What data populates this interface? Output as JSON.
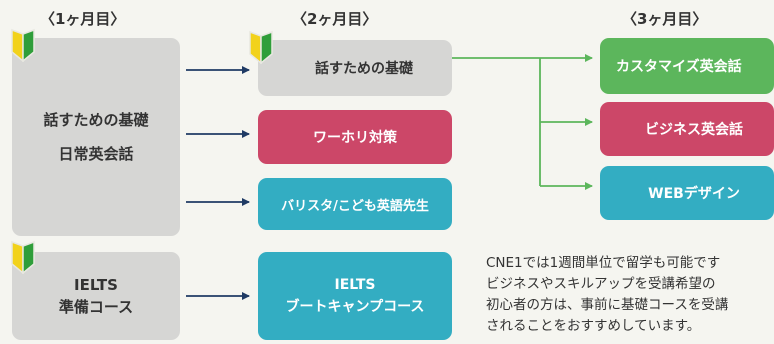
{
  "headers": {
    "month1": "〈1ヶ月目〉",
    "month2": "〈2ヶ月目〉",
    "month3": "〈3ヶ月目〉"
  },
  "month1": {
    "general_line1": "話すための基礎",
    "general_line2": "日常英会話",
    "ielts_line1": "IELTS",
    "ielts_line2": "準備コース"
  },
  "month2": {
    "basics": "話すための基礎",
    "working_holiday": "ワーホリ対策",
    "barista_teacher": "バリスタ/こども英語先生",
    "ielts_line1": "IELTS",
    "ielts_line2": "ブートキャンプコース"
  },
  "month3": {
    "custom": "カスタマイズ英会話",
    "business": "ビジネス英会話",
    "web": "WEBデザイン"
  },
  "description": {
    "line1": "CNE1では1週間単位で留学も可能です",
    "line2": "ビジネスやスキルアップを受講希望の",
    "line3": "初心者の方は、事前に基礎コースを受講",
    "line4": "されることをおすすめしています。"
  },
  "colors": {
    "gray": "#d6d6d4",
    "pink": "#cc4768",
    "teal": "#33adc2",
    "green": "#5cb65c",
    "arrow_navy": "#1f3a64",
    "leaf_green": "#2f9e3a",
    "leaf_yellow": "#f2d21b"
  },
  "icons": [
    "beginner-mark-icon",
    "arrow-right-icon"
  ]
}
